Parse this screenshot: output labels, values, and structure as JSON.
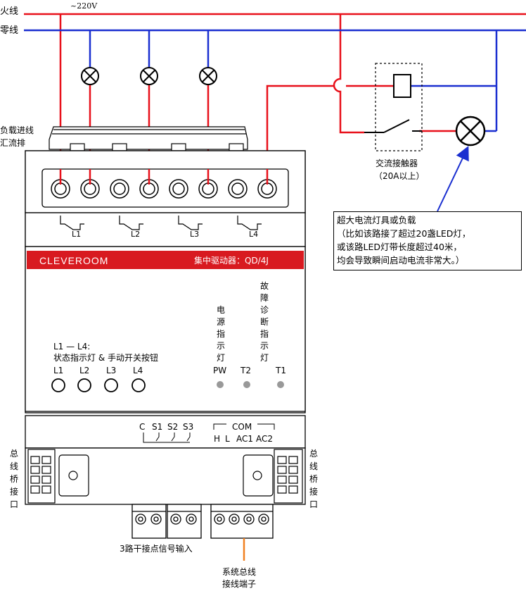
{
  "colors": {
    "live": "#e8101a",
    "neutral": "#1a2fd0",
    "arrow": "#1a2fd0",
    "brandbar": "#d81a20",
    "orange": "#f08020"
  },
  "lines": {
    "live": "火线",
    "neutral": "零线",
    "voltage": "~220V"
  },
  "busbar": {
    "line1": "负载进线",
    "line2": "汇流排"
  },
  "contactor": {
    "line1": "交流接触器",
    "line2": "（20A以上）"
  },
  "note": {
    "line1": "超大电流灯具或负载",
    "line2": "（比如该路接了超过20盏LED灯，",
    "line3": "或该路LED灯带长度超过40米，",
    "line4": "均会导致瞬间启动电流非常大。）"
  },
  "device": {
    "brand": "CLEVEROOM",
    "model": "集中驱动器：QD/4J",
    "relays": [
      "L1",
      "L2",
      "L3",
      "L4"
    ],
    "buttons_title": "L1 — L4:",
    "buttons_desc": "状态指示灯 & 手动开关按钮",
    "buttons": [
      "L1",
      "L2",
      "L3",
      "L4"
    ],
    "power_label": [
      "电",
      "源",
      "指",
      "示",
      "灯"
    ],
    "fault_label": [
      "故",
      "障",
      "诊",
      "断",
      "指",
      "示",
      "灯"
    ],
    "indicators": [
      "PW",
      "T2",
      "T1"
    ],
    "inputs": [
      "C",
      "S1",
      "S2",
      "S3"
    ],
    "com_title": "COM",
    "com_pins": [
      "H",
      "L",
      "AC1",
      "AC2"
    ],
    "bus_left": [
      "总",
      "线",
      "桥",
      "接",
      "口"
    ],
    "bus_right": [
      "总",
      "线",
      "桥",
      "接",
      "口"
    ]
  },
  "captions": {
    "dry_contact": "3路干接点信号输入",
    "bus_terminal_1": "系统总线",
    "bus_terminal_2": "接线端子"
  }
}
